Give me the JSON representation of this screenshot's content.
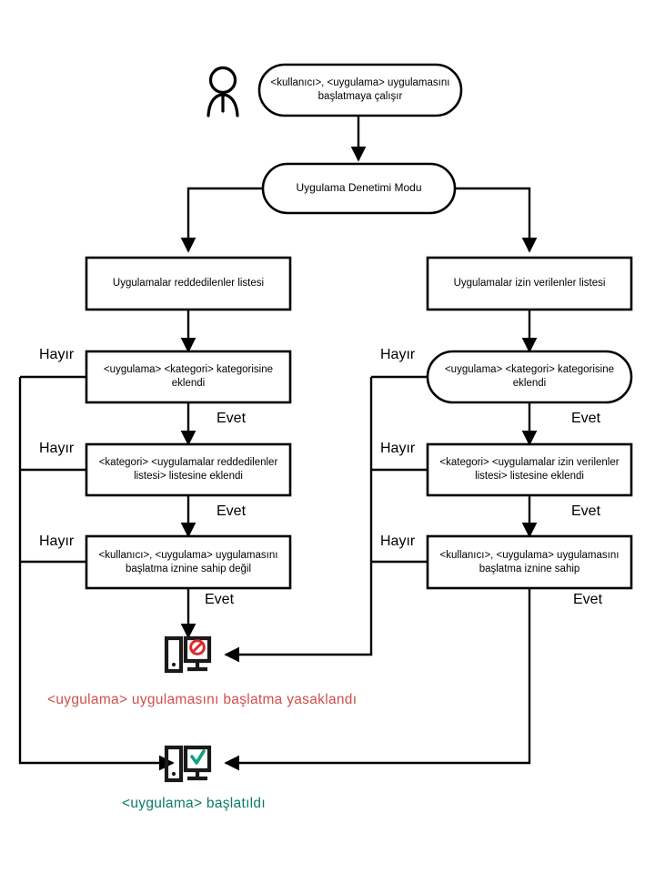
{
  "diagram": {
    "title": "Uygulama Denetimi Modu akış şeması",
    "language": "tr",
    "colors": {
      "stroke": "#000000",
      "text": "#000000",
      "denied": "#d0504b",
      "denied_icon": "#d92b2b",
      "allowed": "#0b7a66",
      "allowed_icon": "#12a182",
      "background": "#ffffff"
    }
  },
  "actor": {
    "name": "user-actor",
    "icon": "person-icon"
  },
  "nodes": {
    "start": {
      "id": "start",
      "shape": "stadium",
      "text": "<kullanıcı>,  <uygulama> uygulamasını başlatmaya çalışır"
    },
    "mode": {
      "id": "mode",
      "shape": "stadium",
      "text": "Uygulama Denetimi Modu"
    },
    "denylist": {
      "id": "denylist",
      "shape": "rect",
      "text": "Uygulamalar reddedilenler listesi"
    },
    "allowlist": {
      "id": "allowlist",
      "shape": "rect",
      "text": "Uygulamalar izin verilenler listesi"
    },
    "deny_category": {
      "id": "deny_category",
      "shape": "rect",
      "text": "<uygulama> <kategori> kategorisine eklendi"
    },
    "allow_category": {
      "id": "allow_category",
      "shape": "stadium",
      "text": "<uygulama> <kategori> kategorisine eklendi"
    },
    "deny_category_in_list": {
      "id": "deny_category_in_list",
      "shape": "rect",
      "text": "<kategori> <uygulamalar reddedilenler listesi> listesine eklendi"
    },
    "allow_category_in_list": {
      "id": "allow_category_in_list",
      "shape": "rect",
      "text": "<kategori> <uygulamalar izin verilenler listesi> listesine eklendi"
    },
    "deny_permission": {
      "id": "deny_permission",
      "shape": "rect",
      "text": "<kullanıcı>,  <uygulama> uygulamasını başlatma iznine sahip değil"
    },
    "allow_permission": {
      "id": "allow_permission",
      "shape": "rect",
      "text": "<kullanıcı>,  <uygulama> uygulamasını başlatma iznine sahip"
    }
  },
  "edge_labels": {
    "no": "Hayır",
    "yes": "Evet",
    "left_no_1": "Hayır",
    "left_no_2": "Hayır",
    "left_no_3": "Hayır",
    "left_yes_1": "Evet",
    "left_yes_2": "Evet",
    "left_yes_3": "Evet",
    "right_no_1": "Hayır",
    "right_no_2": "Hayır",
    "right_no_3": "Hayır",
    "right_yes_1": "Evet",
    "right_yes_2": "Evet",
    "right_yes_3": "Evet"
  },
  "outcomes": {
    "blocked": {
      "icon": "monitor-blocked-icon",
      "label": "<uygulama>  uygulamasını  başlatma yasaklandı"
    },
    "started": {
      "icon": "monitor-allowed-icon",
      "label": "<uygulama>  başlatıldı"
    }
  }
}
